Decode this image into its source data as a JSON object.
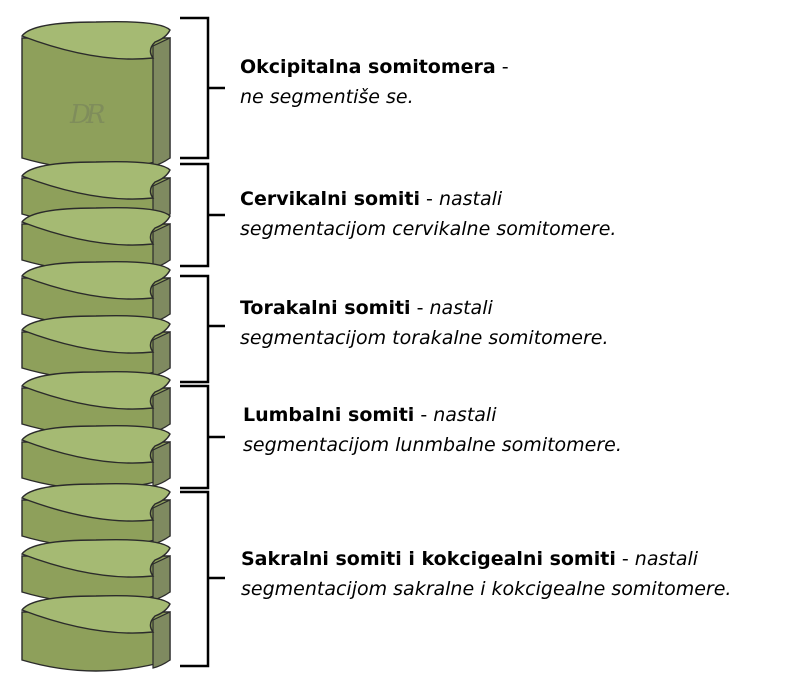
{
  "colors": {
    "segment_top": "#a5ba73",
    "segment_side": "#8ea05b",
    "segment_dark": "#7f8a60",
    "bracket": "#000000",
    "background": "#ffffff"
  },
  "watermark": {
    "text": "DR"
  },
  "groups": [
    {
      "bold": "Okcipitalna somitomera",
      "sep": " -",
      "italic": "",
      "line2": "ne segmentiše se."
    },
    {
      "bold": "Cervikalni somiti",
      "sep": "  - ",
      "italic": "nastali",
      "line2": "segmentacijom cervikalne somitomere."
    },
    {
      "bold": "Torakalni somiti",
      "sep": " - ",
      "italic": "nastali",
      "line2": "segmentacijom torakalne somitomere."
    },
    {
      "bold": "Lumbalni somiti",
      "sep": " - ",
      "italic": "nastali",
      "line2": "segmentacijom lunmbalne somitomere."
    },
    {
      "bold": "Sakralni somiti i kokcigealni somiti",
      "sep": " - ",
      "italic": "nastali",
      "line2": "segmentacijom sakralne i kokcigealne somitomere."
    }
  ]
}
